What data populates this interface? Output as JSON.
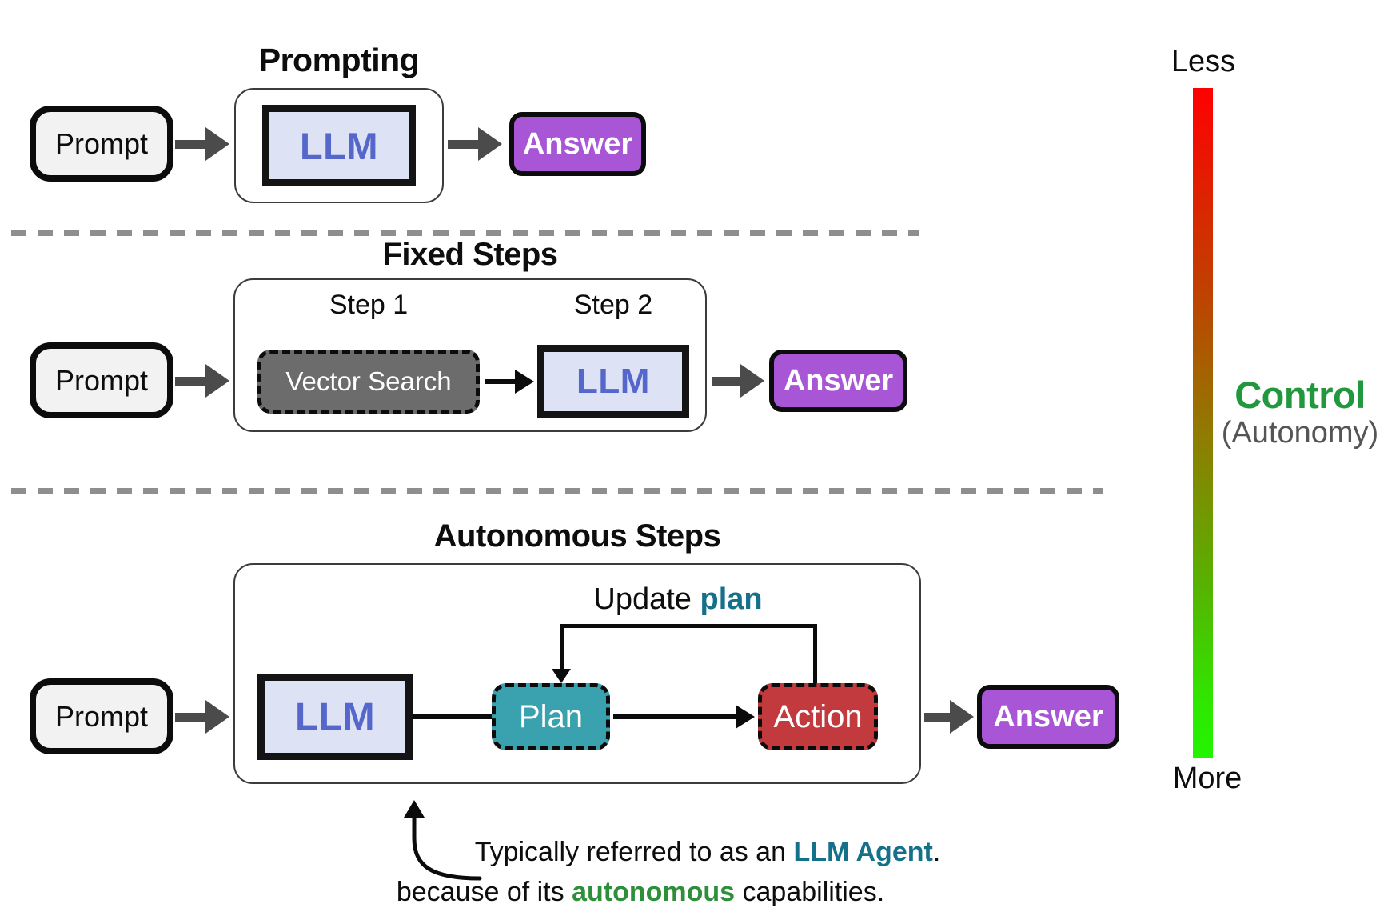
{
  "rows": {
    "prompting": {
      "title": "Prompting",
      "prompt_label": "Prompt",
      "llm_label": "LLM",
      "answer_label": "Answer"
    },
    "fixed_steps": {
      "title": "Fixed Steps",
      "prompt_label": "Prompt",
      "step1_label": "Step 1",
      "step2_label": "Step 2",
      "vector_search_label": "Vector Search",
      "llm_label": "LLM",
      "answer_label": "Answer"
    },
    "autonomous_steps": {
      "title": "Autonomous Steps",
      "prompt_label": "Prompt",
      "llm_label": "LLM",
      "plan_label": "Plan",
      "action_label": "Action",
      "answer_label": "Answer",
      "loop_label_prefix": "Update ",
      "loop_label_highlight": "plan"
    }
  },
  "legend": {
    "less_label": "Less",
    "more_label": "More",
    "control_label": "Control",
    "autonomy_label": "(Autonomy)"
  },
  "annotation": {
    "line1_prefix": "Typically referred to as an ",
    "line1_highlight": "LLM Agent",
    "line1_suffix": ".",
    "line2_prefix": "because of its ",
    "line2_highlight": "autonomous",
    "line2_suffix": " capabilities."
  },
  "colors": {
    "ink": "#0c0c0c",
    "frame": "#3c3c3c",
    "prompt_bg": "#f2f2f2",
    "llm_bg": "#dee2f5",
    "llm_border": "#141414",
    "llm_text": "#5667cb",
    "answer_bg": "#a855d6",
    "vs_bg": "#6c6c6c",
    "plan_bg": "#3aa1ae",
    "action_bg": "#c23a3d",
    "arrow_gray": "#4b4b4b",
    "dash": "#8e8e8e",
    "teal_text": "#15708a",
    "auto_green": "#2e8f3a",
    "control_green": "#22983e",
    "autonomy_gray": "#555555"
  }
}
